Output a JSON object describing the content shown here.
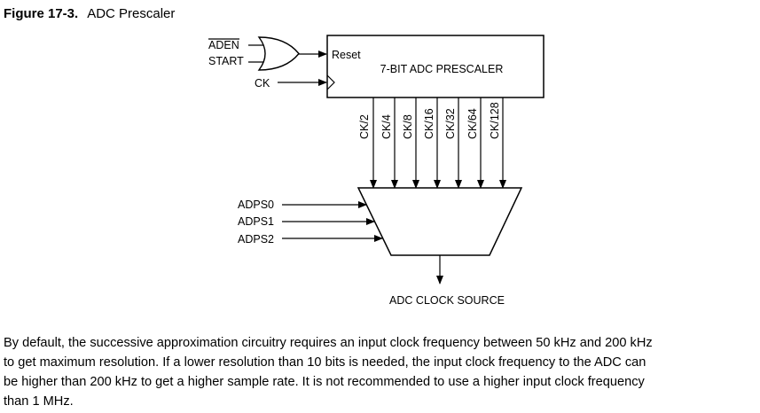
{
  "figure": {
    "number": "Figure 17-3.",
    "title": "ADC Prescaler"
  },
  "diagram": {
    "or_inputs": [
      "ADEN",
      "START"
    ],
    "clock_input": "CK",
    "prescaler_reset_label": "Reset",
    "prescaler_label": "7-BIT ADC PRESCALER",
    "taps": [
      "CK/2",
      "CK/4",
      "CK/8",
      "CK/16",
      "CK/32",
      "CK/64",
      "CK/128"
    ],
    "select_inputs": [
      "ADPS0",
      "ADPS1",
      "ADPS2"
    ],
    "output_label": "ADC CLOCK SOURCE"
  },
  "paragraph_lines": [
    "By default, the successive approximation circuitry requires an input clock frequency between 50 kHz and 200 kHz",
    "to get maximum resolution. If a lower resolution than 10 bits is needed, the input clock frequency to the ADC can",
    "be higher than 200 kHz to get a higher sample rate. It is not recommended to use a higher input clock frequency",
    "than 1 MHz."
  ]
}
